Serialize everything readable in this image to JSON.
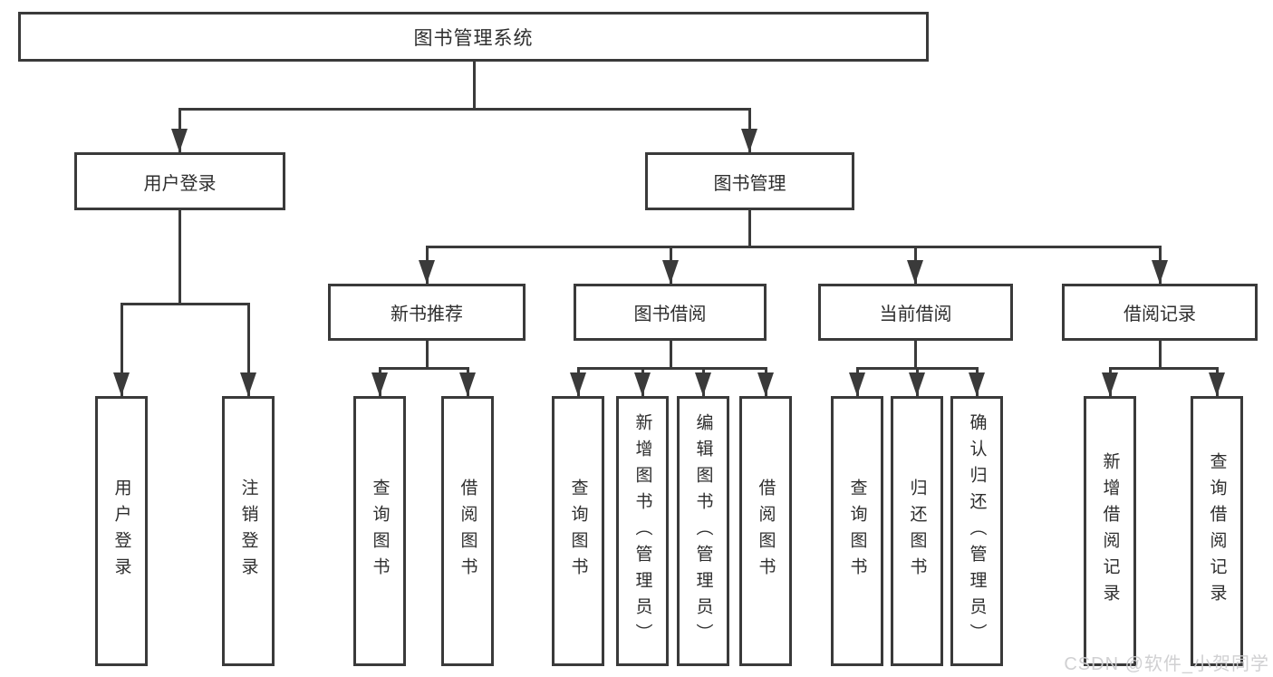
{
  "tree": {
    "root": "图书管理系统",
    "branches": [
      {
        "label": "用户登录",
        "children": [
          {
            "label": "用户登录"
          },
          {
            "label": "注销登录"
          }
        ]
      },
      {
        "label": "图书管理",
        "sections": [
          {
            "label": "新书推荐",
            "children": [
              {
                "label": "查询图书"
              },
              {
                "label": "借阅图书"
              }
            ]
          },
          {
            "label": "图书借阅",
            "children": [
              {
                "label": "查询图书"
              },
              {
                "label": "新增图书（管理员）"
              },
              {
                "label": "编辑图书（管理员）"
              },
              {
                "label": "借阅图书"
              }
            ]
          },
          {
            "label": "当前借阅",
            "children": [
              {
                "label": "查询图书"
              },
              {
                "label": "归还图书"
              },
              {
                "label": "确认归还（管理员）"
              }
            ]
          },
          {
            "label": "借阅记录",
            "children": [
              {
                "label": "新增借阅记录"
              },
              {
                "label": "查询借阅记录"
              }
            ]
          }
        ]
      }
    ]
  },
  "watermark": "CSDN @软件_小贺同学",
  "colors": {
    "line": "#3a3a3a",
    "box_fill": "#ffffff",
    "text": "#2e2e2e",
    "watermark": "#cdcdd0"
  }
}
